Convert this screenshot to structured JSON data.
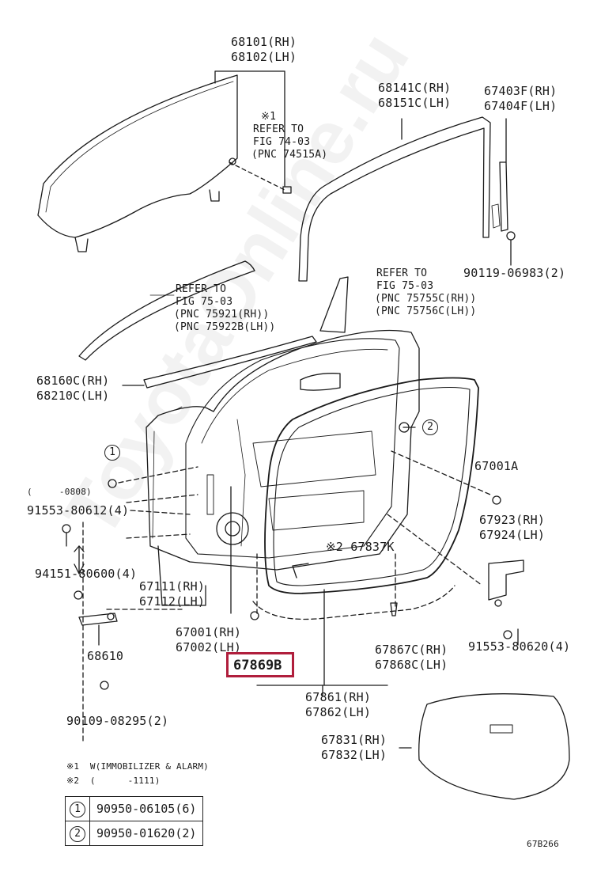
{
  "colors": {
    "line": "#1a1a1a",
    "highlight": "#b01e3c",
    "watermark": "#e0e0e0"
  },
  "watermark": "ToyotaOnline.ru",
  "labels": {
    "glass_rh": "68101(RH)",
    "glass_lh": "68102(LH)",
    "ref1_mark": "※1",
    "ref1_l1": "REFER TO",
    "ref1_l2": "FIG 74-03",
    "ref1_l3": "(PNC 74515A)",
    "run_rh": "68141C(RH)",
    "run_lh": "68151C(LH)",
    "seal_rh": "67403F(RH)",
    "seal_lh": "67404F(LH)",
    "bolt1": "90119-06983(2)",
    "ref2_l1": "REFER TO",
    "ref2_l2": "FIG 75-03",
    "ref2_l3": "(PNC 75921(RH))",
    "ref2_l4": "(PNC 75922B(LH))",
    "ref3_l1": "REFER TO",
    "ref3_l2": "FIG 75-03",
    "ref3_l3": "(PNC 75755C(RH))",
    "ref3_l4": "(PNC 75756C(LH))",
    "belt_rh": "68160C(RH)",
    "belt_lh": "68210C(LH)",
    "c2": "2",
    "c1": "1",
    "p67001a": "67001A",
    "small_paren": "(     -0808)",
    "bolt2": "91553-80612(4)",
    "hinge_rh": "67923(RH)",
    "hinge_lh": "67924(LH)",
    "p67837k": "※2 67837K",
    "bolt3": "94151-80600(4)",
    "ws_rh": "67111(RH)",
    "ws_lh": "67112(LH)",
    "check": "68610",
    "door_rh": "67001(RH)",
    "door_lh": "67002(LH)",
    "clip_rh": "67867C(RH)",
    "clip_lh": "67868C(LH)",
    "bolt4": "91553-80620(4)",
    "highlight": "67869B",
    "wsd_rh": "67861(RH)",
    "wsd_lh": "67862(LH)",
    "bolt5": "90109-08295(2)",
    "cover_rh": "67831(RH)",
    "cover_lh": "67832(LH)",
    "note1": "※1  W(IMMOBILIZER & ALARM)",
    "note2": "※2  (      -1111)",
    "fig_code": "67B266"
  },
  "legend": [
    {
      "key": "1",
      "part": "90950-06105(6)"
    },
    {
      "key": "2",
      "part": "90950-01620(2)"
    }
  ]
}
